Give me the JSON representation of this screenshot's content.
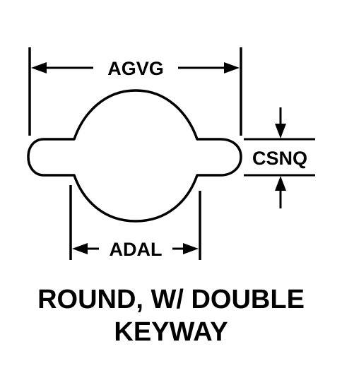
{
  "dimensions": {
    "overall_width": "AGVG",
    "keyway_height": "CSNQ",
    "body_width": "ADAL"
  },
  "caption": {
    "line1": "ROUND, W/ DOUBLE",
    "line2": "KEYWAY"
  },
  "colors": {
    "ink": "#000000",
    "background": "#ffffff"
  }
}
